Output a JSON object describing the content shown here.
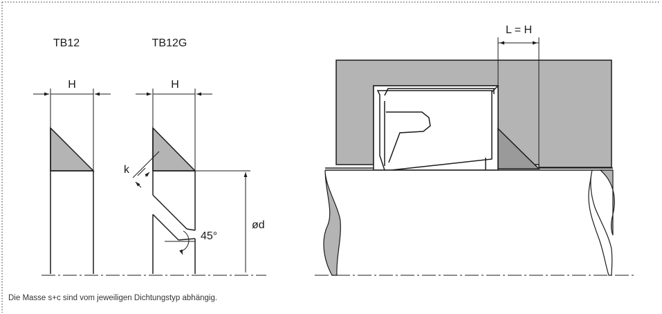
{
  "labels": {
    "tb12_title": "TB12",
    "tb12g_title": "TB12G",
    "h_left": "H",
    "h_middle": "H",
    "k": "k",
    "angle": "45°",
    "diameter": "ød",
    "l_eq_h": "L = H"
  },
  "caption": "Die Masse s+c sind vom jeweiligen Dichtungstyp abhängig.",
  "colors": {
    "line": "#1a1a1a",
    "fill_gray": "#b4b4b4",
    "fill_dark_gray": "#9a9a9a",
    "border_dotted": "#555555"
  }
}
